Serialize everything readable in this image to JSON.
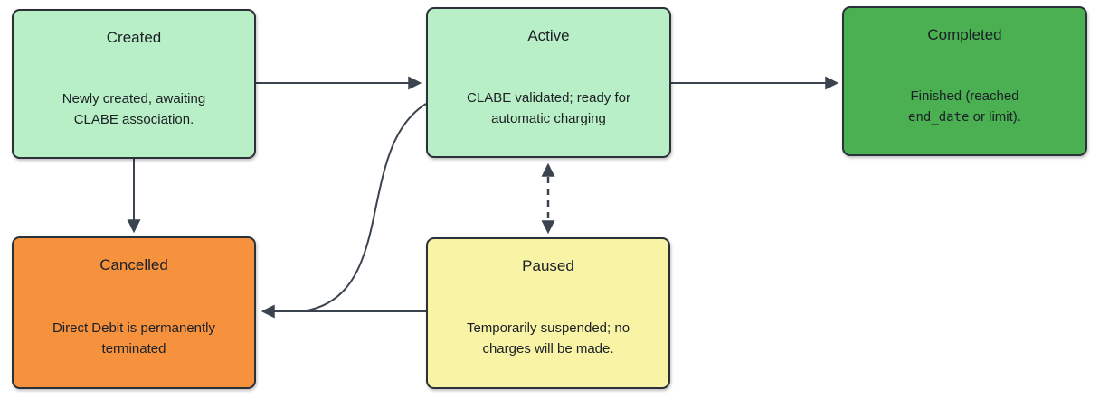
{
  "colors": {
    "background": "#ffffff",
    "stroke": "#3a434e",
    "border": "#2b3138",
    "text": "#1b2026",
    "light_green": "#b9efc6",
    "dark_green": "#4bb052",
    "orange": "#f6913d",
    "yellow": "#f9f3a6"
  },
  "nodes": {
    "created": {
      "title": "Created",
      "lines": [
        "Newly created, awaiting",
        "CLABE association."
      ],
      "fill": "light_green"
    },
    "active": {
      "title": "Active",
      "lines": [
        "CLABE validated; ready for",
        "automatic charging"
      ],
      "fill": "light_green"
    },
    "completed": {
      "title": "Completed",
      "line1": "Finished (reached",
      "code": "end_date",
      "line2_rest": " or limit).",
      "fill": "dark_green"
    },
    "cancelled": {
      "title": "Cancelled",
      "lines": [
        "Direct Debit is permanently",
        "terminated"
      ],
      "fill": "orange"
    },
    "paused": {
      "title": "Paused",
      "lines": [
        "Temporarily suspended; no",
        "charges will be made."
      ],
      "fill": "yellow"
    }
  },
  "edges": [
    {
      "from": "Created",
      "to": "Active",
      "style": "solid-arrow"
    },
    {
      "from": "Active",
      "to": "Completed",
      "style": "solid-arrow"
    },
    {
      "from": "Created",
      "to": "Cancelled",
      "style": "solid-arrow"
    },
    {
      "from": "Active",
      "to": "Paused",
      "style": "dashed-double-arrow"
    },
    {
      "from": "Paused",
      "to": "Cancelled",
      "style": "solid-arrow"
    },
    {
      "from": "Active",
      "to": "Cancelled",
      "style": "solid-curve"
    }
  ]
}
